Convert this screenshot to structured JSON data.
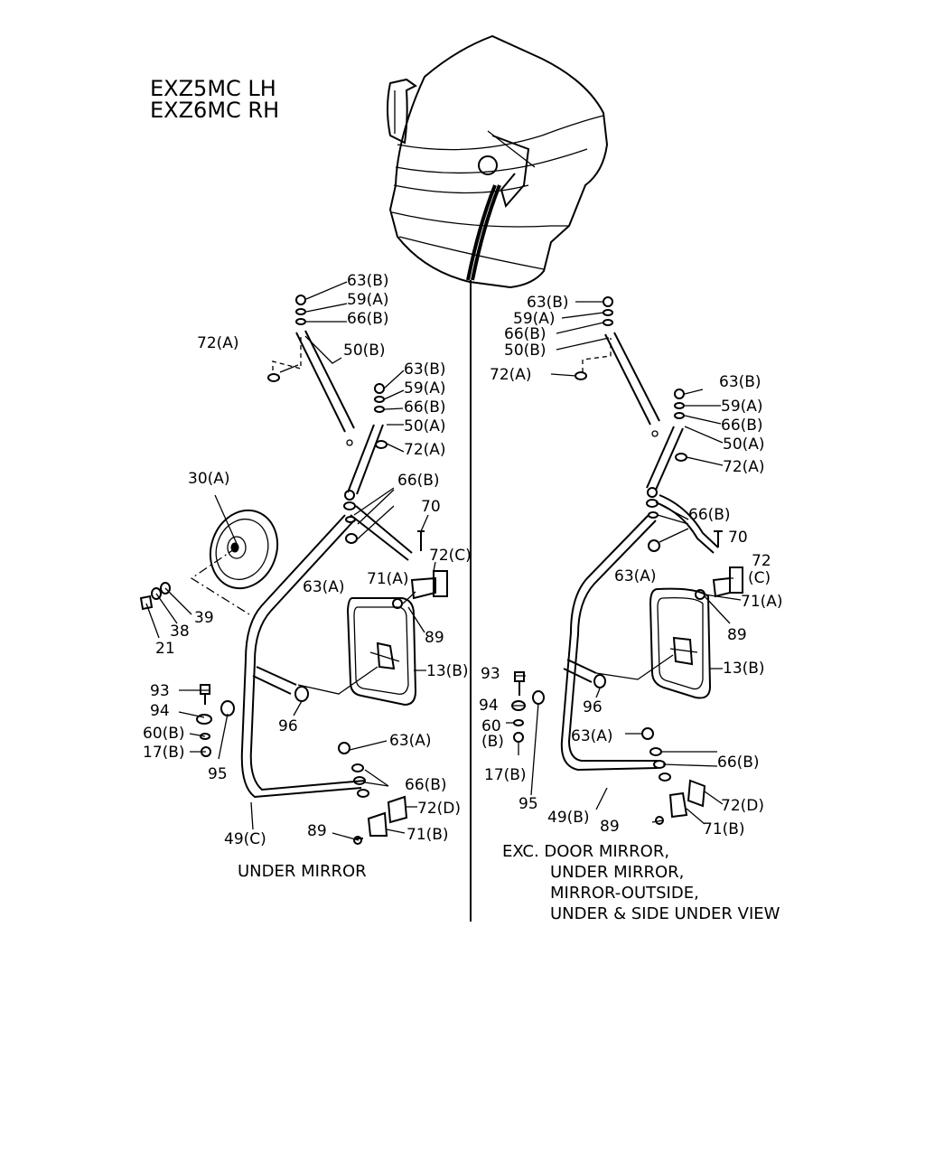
{
  "header": {
    "line1": "EXZ5MC  LH",
    "line2": "EXZ6MC  RH"
  },
  "left": {
    "caption": "UNDER MIRROR",
    "labels": {
      "l63b_top": "63(B)",
      "l59a_top": "59(A)",
      "l66b_top": "66(B)",
      "l72a": "72(A)",
      "l50b": "50(B)",
      "l63b_2": "63(B)",
      "l59a_2": "59(A)",
      "l66b_2": "66(B)",
      "l50a": "50(A)",
      "l72a_2": "72(A)",
      "l30a": "30(A)",
      "l66b_3": "66(B)",
      "l70": "70",
      "l72c": "72(C)",
      "l63a": "63(A)",
      "l71a": "71(A)",
      "l89": "89",
      "l39": "39",
      "l38": "38",
      "l21": "21",
      "l13b": "13(B)",
      "l93": "93",
      "l94": "94",
      "l60b": "60(B)",
      "l17b": "17(B)",
      "l95": "95",
      "l96": "96",
      "l63a_2": "63(A)",
      "l66b_4": "66(B)",
      "l72d": "72(D)",
      "l49c": "49(C)",
      "l89_2": "89",
      "l71b": "71(B)"
    }
  },
  "right": {
    "caption_lines": [
      "EXC. DOOR MIRROR,",
      "UNDER MIRROR,",
      "MIRROR-OUTSIDE,",
      "UNDER & SIDE UNDER VIEW"
    ],
    "labels": {
      "r63b_top": "63(B)",
      "r59a_top": "59(A)",
      "r66b_top": "66(B)",
      "r50b": "50(B)",
      "r72a": "72(A)",
      "r63b_2": "63(B)",
      "r59a_2": "59(A)",
      "r66b_2": "66(B)",
      "r50a": "50(A)",
      "r72a_2": "72(A)",
      "r66b_3": "66(B)",
      "r70": "70",
      "r72": "72",
      "r72c": "(C)",
      "r63a": "63(A)",
      "r71a": "71(A)",
      "r89": "89",
      "r13b": "13(B)",
      "r93": "93",
      "r94": "94",
      "r96": "96",
      "r60": "60",
      "r60b": "(B)",
      "r63a_2": "63(A)",
      "r17b": "17(B)",
      "r66b_4": "66(B)",
      "r95": "95",
      "r49b": "49(B)",
      "r72d": "72(D)",
      "r89_2": "89",
      "r71b": "71(B)"
    }
  }
}
